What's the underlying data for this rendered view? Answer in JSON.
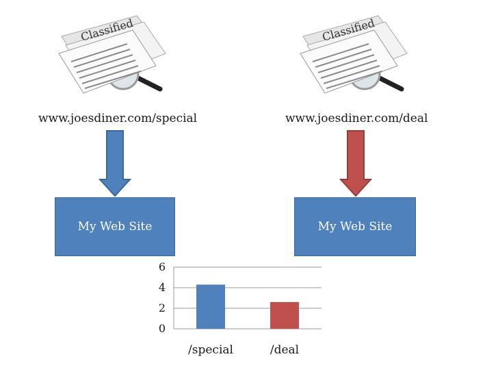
{
  "left": {
    "url": "www.joesdiner.com/special",
    "box_label": "My Web Site",
    "arrow_color": "#4f81bd",
    "arrow_stroke": "#3c6796",
    "newspaper_text": "Classified"
  },
  "right": {
    "url": "www.joesdiner.com/deal",
    "box_label": "My Web Site",
    "arrow_color": "#c0504d",
    "arrow_stroke": "#93403d",
    "newspaper_text": "Classified"
  },
  "chart_data": {
    "type": "bar",
    "categories": [
      "/special",
      "/deal"
    ],
    "values": [
      4.3,
      2.6
    ],
    "colors": [
      "#4f81bd",
      "#c0504d"
    ],
    "ylim": [
      0,
      6
    ],
    "yticks": [
      0,
      2,
      4,
      6
    ],
    "grid": true
  }
}
